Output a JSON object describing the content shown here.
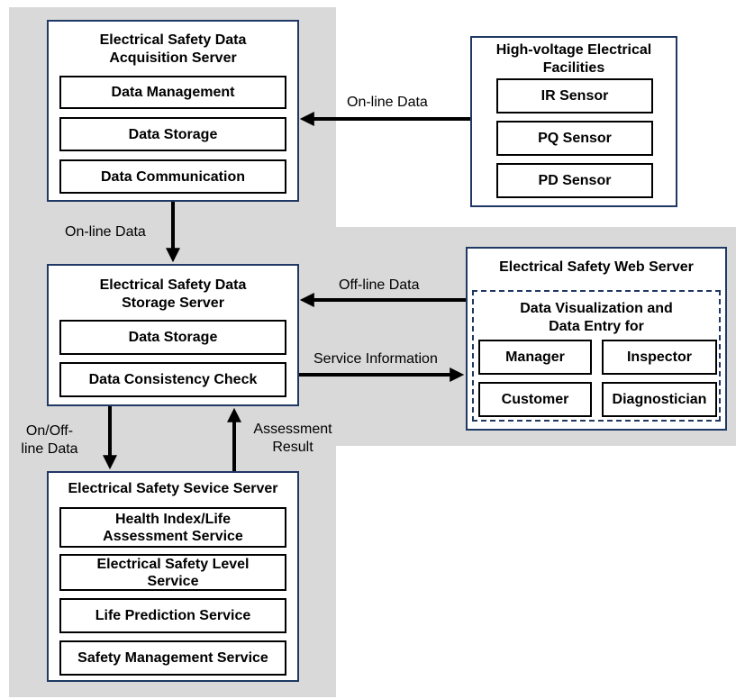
{
  "acquisition_server": {
    "title": "Electrical Safety Data Acquisition Server",
    "items": [
      "Data Management",
      "Data Storage",
      "Data Communication"
    ]
  },
  "facilities": {
    "title": "High-voltage Electrical Facilities",
    "items": [
      "IR Sensor",
      "PQ Sensor",
      "PD Sensor"
    ]
  },
  "storage_server": {
    "title": "Electrical Safety Data Storage Server",
    "items": [
      "Data Storage",
      "Data Consistency Check"
    ]
  },
  "web_server": {
    "title": "Electrical Safety Web Server",
    "group_title": "Data Visualization and Data Entry for",
    "items": [
      "Manager",
      "Inspector",
      "Customer",
      "Diagnostician"
    ]
  },
  "service_server": {
    "title": "Electrical Safety Sevice Server",
    "items": [
      "Health Index/Life Assessment Service",
      "Electrical Safety Level Service",
      "Life Prediction Service",
      "Safety Management Service"
    ]
  },
  "flows": {
    "facilities_to_acquisition": "On-line Data",
    "acquisition_to_storage": "On-line Data",
    "web_to_storage": "Off-line Data",
    "storage_to_web": "Service Information",
    "storage_to_service": "On/Off-line Data",
    "service_to_storage": "Assessment Result"
  },
  "colors": {
    "background_region": "#d9d9d9",
    "box_border": "#1f3864",
    "arrow": "#000000"
  }
}
